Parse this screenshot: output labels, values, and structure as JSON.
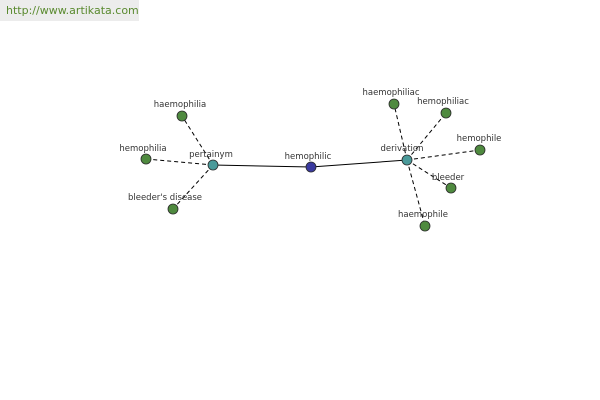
{
  "header": {
    "url": "http://www.artikata.com"
  },
  "colors": {
    "center_node": "#3a3aa0",
    "relation_node": "#4a9a9a",
    "leaf_node": "#4f8a3f",
    "edge": "#000000",
    "banner_text": "#5a8a2f"
  },
  "graph": {
    "center": {
      "label": "hemophilic"
    },
    "relations": [
      {
        "label": "pertainym",
        "terms": [
          "haemophilia",
          "hemophilia",
          "bleeder's disease"
        ]
      },
      {
        "label": "derivation",
        "terms": [
          "haemophiliac",
          "hemophiliac",
          "hemophile",
          "bleeder",
          "haemophile"
        ]
      }
    ]
  }
}
